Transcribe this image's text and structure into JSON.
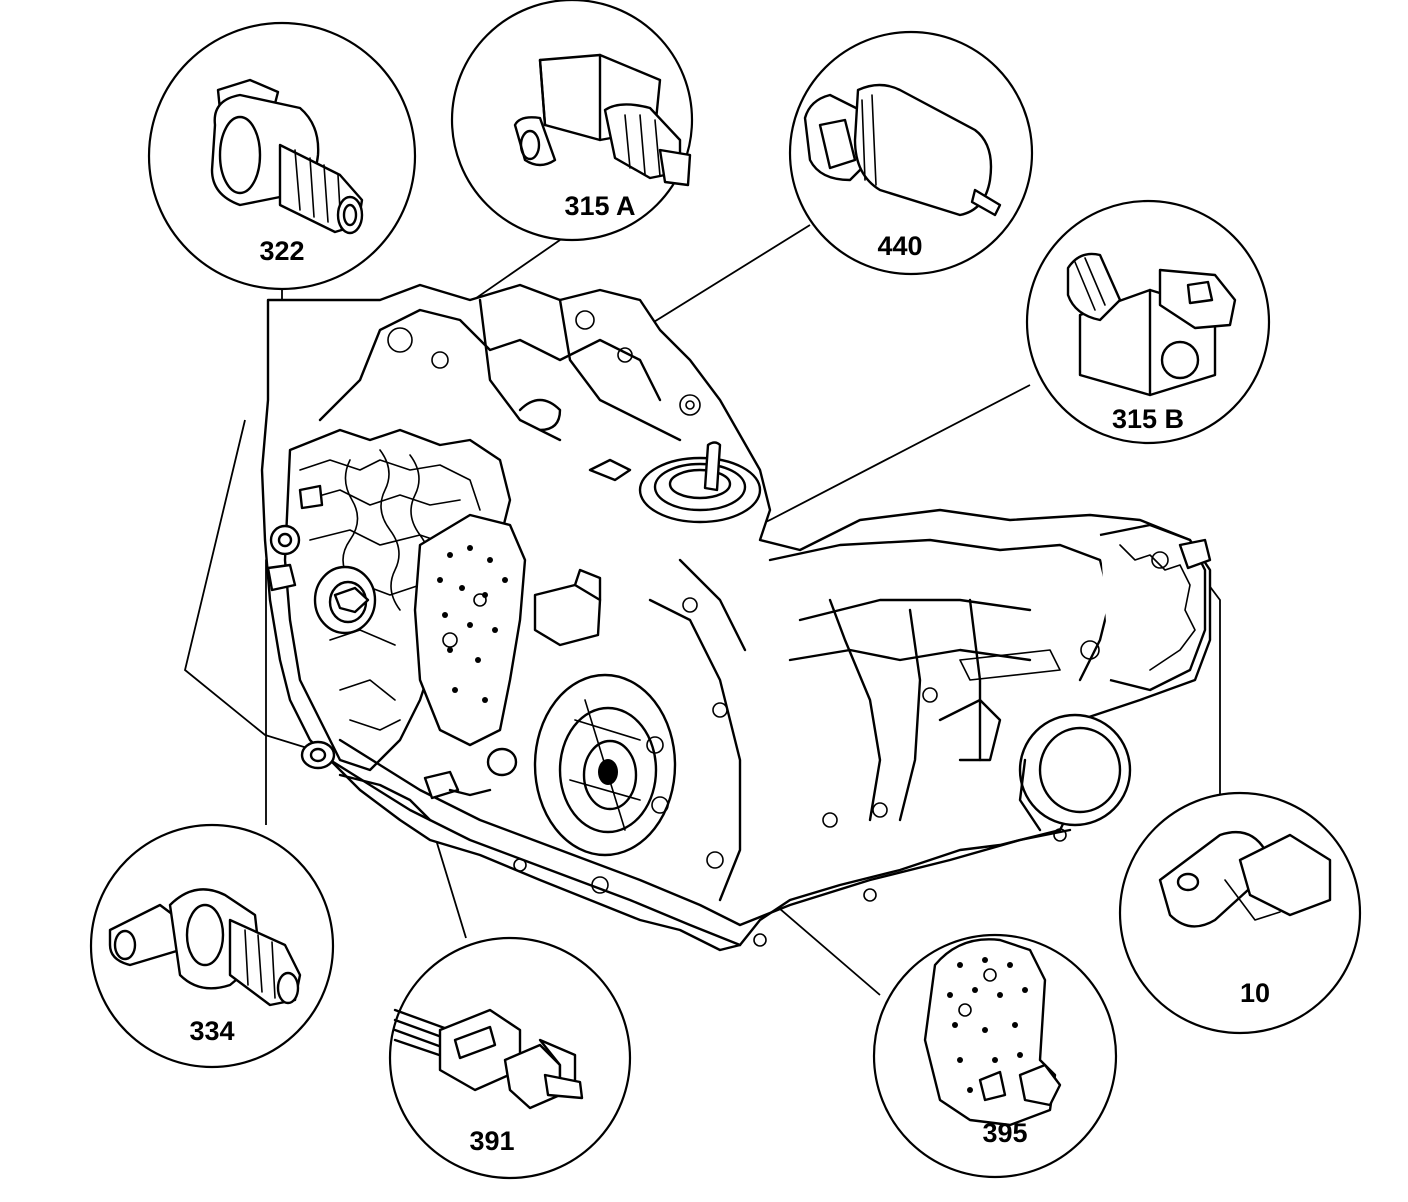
{
  "diagram": {
    "callouts": [
      {
        "id": "c322",
        "label": "322",
        "part": "solenoid-valve"
      },
      {
        "id": "c315a",
        "label": "315 A",
        "part": "shift-solenoid"
      },
      {
        "id": "c440",
        "label": "440",
        "part": "speed-sensor"
      },
      {
        "id": "c315b",
        "label": "315 B",
        "part": "shift-solenoid"
      },
      {
        "id": "c10",
        "label": "10",
        "part": "speed-sensor"
      },
      {
        "id": "c395",
        "label": "395",
        "part": "valve-body-plate"
      },
      {
        "id": "c391",
        "label": "391",
        "part": "wiring-connector"
      },
      {
        "id": "c334",
        "label": "334",
        "part": "solenoid-valve"
      }
    ]
  }
}
